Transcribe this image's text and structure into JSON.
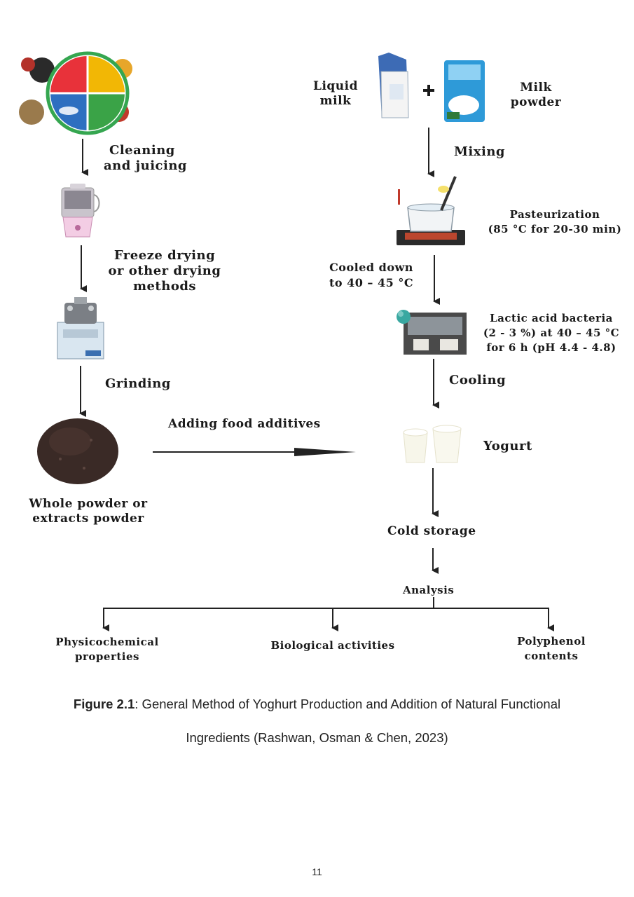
{
  "left_flow": {
    "step1": [
      "Cleaning",
      "and juicing"
    ],
    "step2": [
      "Freeze drying",
      "or other drying",
      "methods"
    ],
    "step3": [
      "Grinding"
    ],
    "product": [
      "Whole powder or",
      "extracts powder"
    ]
  },
  "connector": {
    "label": "Adding food additives"
  },
  "right_flow": {
    "input_a": [
      "Liquid",
      "milk"
    ],
    "plus": "+",
    "input_b": [
      "Milk",
      "powder"
    ],
    "step1": [
      "Mixing"
    ],
    "step2": [
      "Pasteurization",
      "(85 °C for 20-30 min)"
    ],
    "step3": [
      "Cooled down",
      "to 40 – 45 °C"
    ],
    "step4": [
      "Lactic acid bacteria",
      "(2 - 3 %) at 40 – 45 °C",
      "for 6 h (pH 4.4 - 4.8)"
    ],
    "step5": [
      "Cooling"
    ],
    "product": [
      "Yogurt"
    ],
    "storage": [
      "Cold storage"
    ],
    "analysis": [
      "Analysis"
    ]
  },
  "outcomes": {
    "a": [
      "Physicochemical",
      "properties"
    ],
    "b": [
      "Biological activities"
    ],
    "c": [
      "Polyphenol",
      "contents"
    ]
  },
  "caption": {
    "label": "Figure 2.1",
    "line1": ": General Method of Yoghurt Production and Addition of Natural Functional",
    "line2": "Ingredients (Rashwan, Osman & Chen, 2023)"
  },
  "page_number": "11",
  "colors": {
    "plate_red": "#e8323a",
    "plate_yellow": "#f2b705",
    "plate_blue": "#2e6fc0",
    "plate_green": "#3aa347",
    "powder": "#3a2a26",
    "text": "#1a1a1a"
  }
}
